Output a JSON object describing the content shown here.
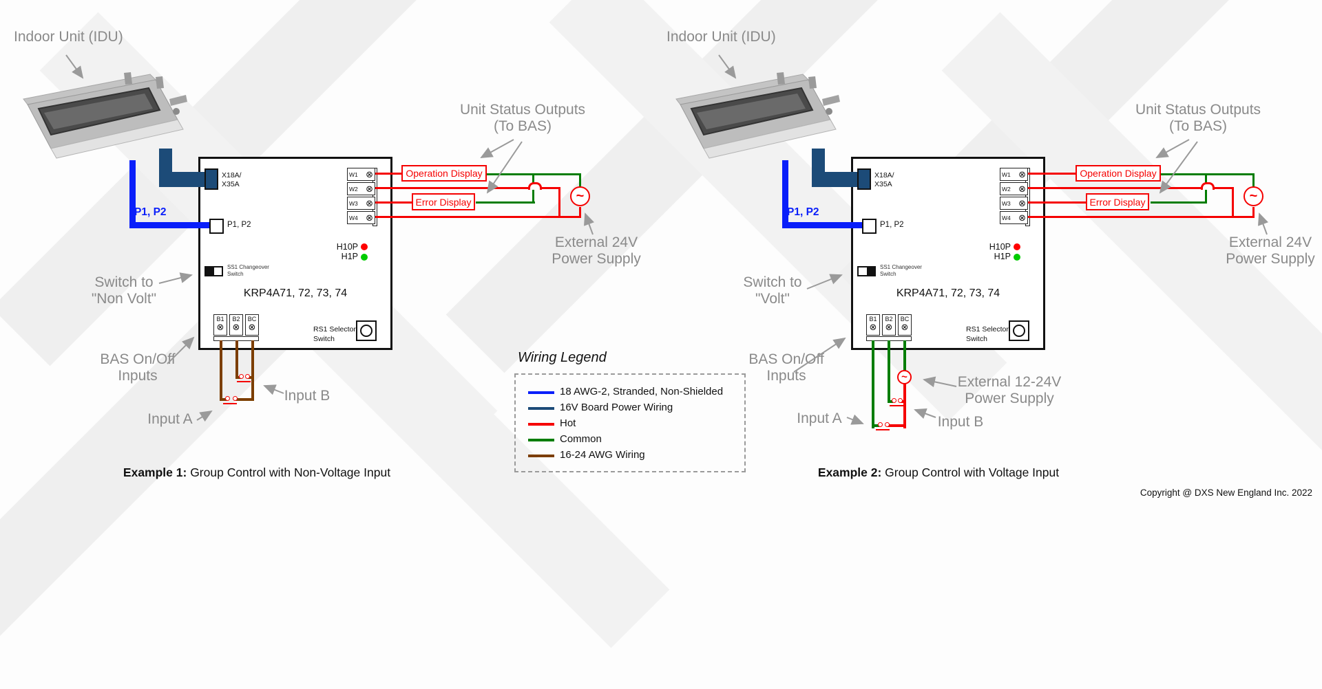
{
  "shared": {
    "screw_symbol": "⊗",
    "power_symbol": "~",
    "copyright": "Copyright @ DXS New England Inc. 2022",
    "legend": {
      "title": "Wiring Legend",
      "items": [
        {
          "label": "18 AWG-2, Stranded, Non-Shielded",
          "color": "#0a1ffa"
        },
        {
          "label": "16V Board Power Wiring",
          "color": "#1c4b78"
        },
        {
          "label": "Hot",
          "color": "#f50000"
        },
        {
          "label": "Common",
          "color": "#037d03"
        },
        {
          "label": "16-24 AWG Wiring",
          "color": "#7c3e00"
        }
      ]
    },
    "colors": {
      "hot_red": "#f50000",
      "common_green": "#037d03",
      "control_blue": "#0a1ffa",
      "board_power_navy": "#1c4b78",
      "low_voltage_brown": "#7c3e00",
      "annotation_gray": "#8a8a8a",
      "led_red": "#ff0000",
      "led_green": "#00cc00"
    }
  },
  "examples": [
    {
      "idu_label": "Indoor Unit (IDU)",
      "unit_status_line1": "Unit Status Outputs",
      "unit_status_line2": "(To BAS)",
      "operation_display": "Operation Display",
      "error_display": "Error Display",
      "external_power_line1": "External 24V",
      "external_power_line2": "Power Supply",
      "p1p2_wire_label": "P1, P2",
      "x18a_line1": "X18A/",
      "x18a_line2": "X35A",
      "p1p2_terminal_label": "P1, P2",
      "w_terminals": [
        "W1",
        "W2",
        "W3",
        "W4"
      ],
      "h10p": "H10P",
      "h1p": "H1P",
      "ss1_line1": "SS1 Changeover",
      "ss1_line2": "Switch",
      "switch_to_line1": "Switch to",
      "switch_to_line2": "\"Non Volt\"",
      "board_label": "KRP4A71, 72, 73, 74",
      "b_terminals": [
        "B1",
        "B2",
        "BC"
      ],
      "rs1_line1": "RS1 Selector",
      "rs1_line2": "Switch",
      "bas_line1": "BAS On/Off",
      "bas_line2": "Inputs",
      "input_a": "Input A",
      "input_b": "Input B",
      "caption_bold": "Example 1:",
      "caption_text": " Group Control with Non-Voltage Input"
    },
    {
      "idu_label": "Indoor Unit (IDU)",
      "unit_status_line1": "Unit Status Outputs",
      "unit_status_line2": "(To BAS)",
      "operation_display": "Operation Display",
      "error_display": "Error Display",
      "external_power_line1": "External 24V",
      "external_power_line2": "Power Supply",
      "input_power_line1": "External 12-24V",
      "input_power_line2": "Power Supply",
      "p1p2_wire_label": "P1, P2",
      "x18a_line1": "X18A/",
      "x18a_line2": "X35A",
      "p1p2_terminal_label": "P1, P2",
      "w_terminals": [
        "W1",
        "W2",
        "W3",
        "W4"
      ],
      "h10p": "H10P",
      "h1p": "H1P",
      "ss1_line1": "SS1 Changeover",
      "ss1_line2": "Switch",
      "switch_to_line1": "Switch to",
      "switch_to_line2": "\"Volt\"",
      "board_label": "KRP4A71, 72, 73, 74",
      "b_terminals": [
        "B1",
        "B2",
        "BC"
      ],
      "rs1_line1": "RS1 Selector",
      "rs1_line2": "Switch",
      "bas_line1": "BAS On/Off",
      "bas_line2": "Inputs",
      "input_a": "Input A",
      "input_b": "Input B",
      "caption_bold": "Example 2:",
      "caption_text": " Group Control with Voltage Input"
    }
  ]
}
